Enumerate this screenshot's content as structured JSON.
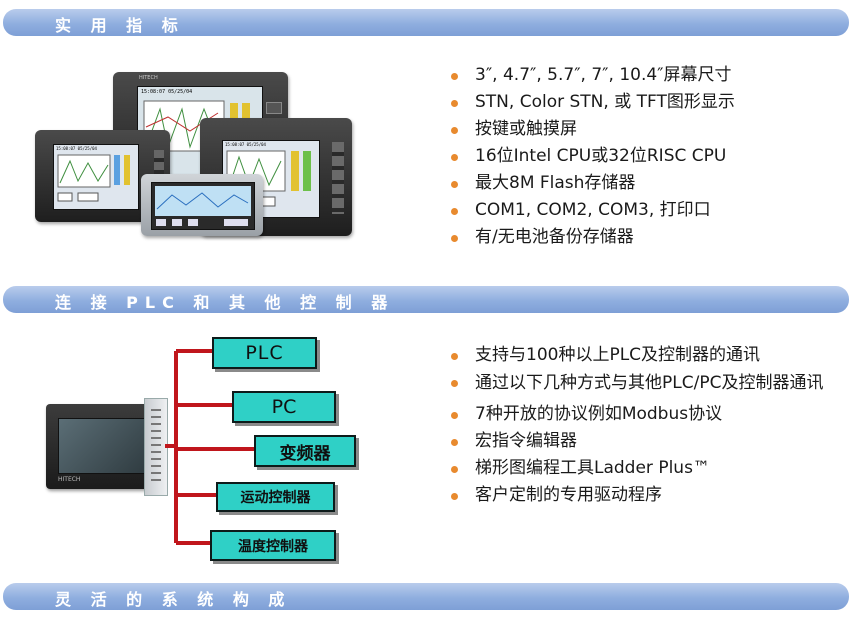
{
  "sections": {
    "practical": {
      "title": "实 用 指 标"
    },
    "connect": {
      "title": "连 接 PLC 和 其 他 控 制 器"
    },
    "flexible": {
      "title": "灵 活 的 系 统 构 成"
    }
  },
  "specs": [
    "3″, 4.7″, 5.7″, 7″, 10.4″屏幕尺寸",
    "STN, Color STN, 或 TFT图形显示",
    "按键或触摸屏",
    "16位Intel CPU或32位RISC CPU",
    "最大8M Flash存储器",
    "COM1, COM2, COM3, 打印口",
    "有/无电池备份存储器"
  ],
  "features": [
    "支持与100种以上PLC及控制器的通讯",
    "通过以下几种方式与其他PLC/PC及控制器通讯",
    "7种开放的协议例如Modbus协议",
    "宏指令编辑器",
    "梯形图编程工具Ladder Plus™",
    "客户定制的专用驱动程序"
  ],
  "diagram": {
    "boxes": [
      "PLC",
      "PC",
      "变频器",
      "运动控制器",
      "温度控制器"
    ]
  },
  "brand": "HITECH",
  "screen_times": [
    "15:08:07 05/25/04",
    "15:08:07 05/25/04",
    "15:08:07 05/25/04"
  ],
  "colors": {
    "accent_bar": "#8faedf",
    "bullet": "#e88a2e",
    "box": "#2fd0c6",
    "connector": "#c0161c"
  }
}
